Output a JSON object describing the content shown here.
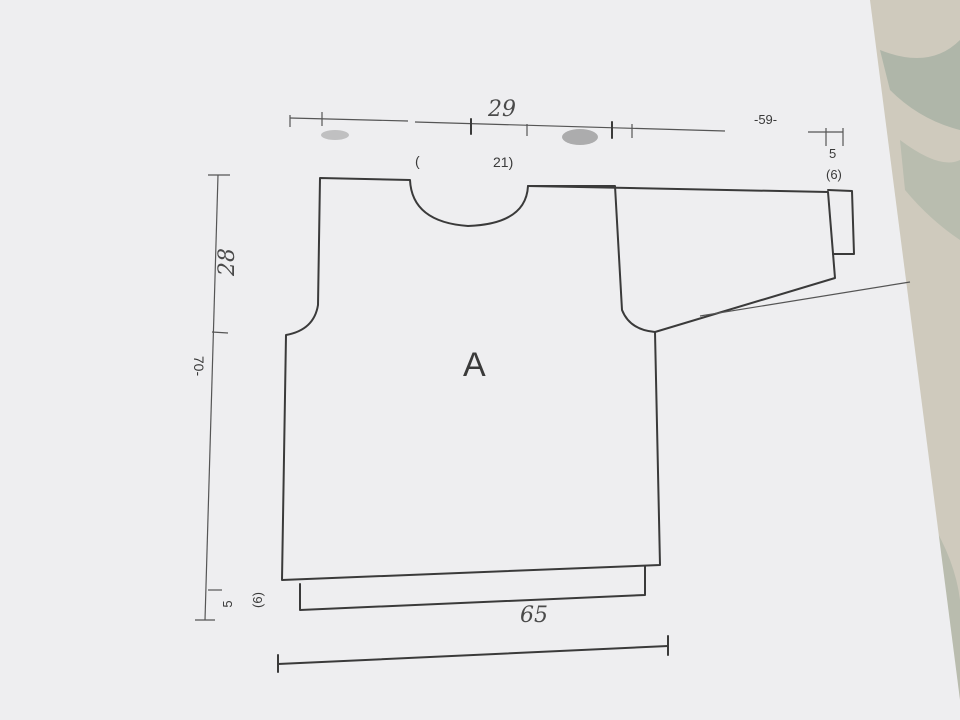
{
  "piece_label": "A",
  "measurements": {
    "top_half_width": "-59-",
    "top_half_width_handwritten": "29",
    "neck_width": "21)",
    "neck_open_paren": "(",
    "sleeve_cuff_width": "5",
    "sleeve_cuff_width_alt": "(6)",
    "armhole_depth_handwritten": "28",
    "total_length": "70-",
    "rib_height": "5",
    "rib_height_alt": "(6)",
    "bottom_width_handwritten": "65"
  },
  "colors": {
    "paper": "#eeeef0",
    "ink": "#3a3a3a",
    "background": "#c9c4b8"
  }
}
